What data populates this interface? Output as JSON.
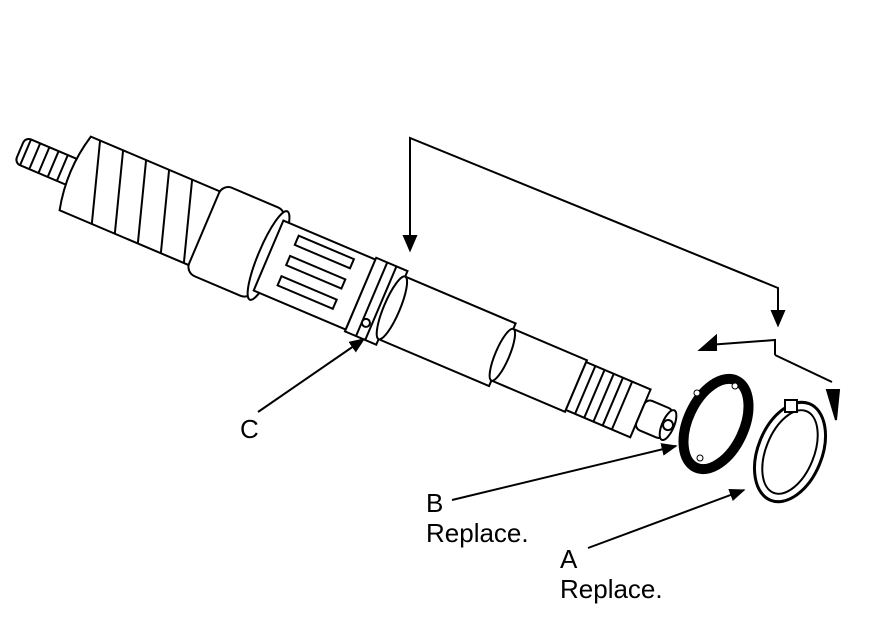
{
  "callouts": [
    {
      "letter": "C",
      "note": ""
    },
    {
      "letter": "B",
      "note": "Replace."
    },
    {
      "letter": "A",
      "note": "Replace."
    }
  ],
  "colors": {
    "line": "#000000",
    "background": "#ffffff",
    "part_fill": "#ffffff"
  },
  "icons": [
    "shaft-assembly-icon",
    "snap-ring-icon",
    "thrust-washer-icon",
    "leader-arrow-icon"
  ]
}
